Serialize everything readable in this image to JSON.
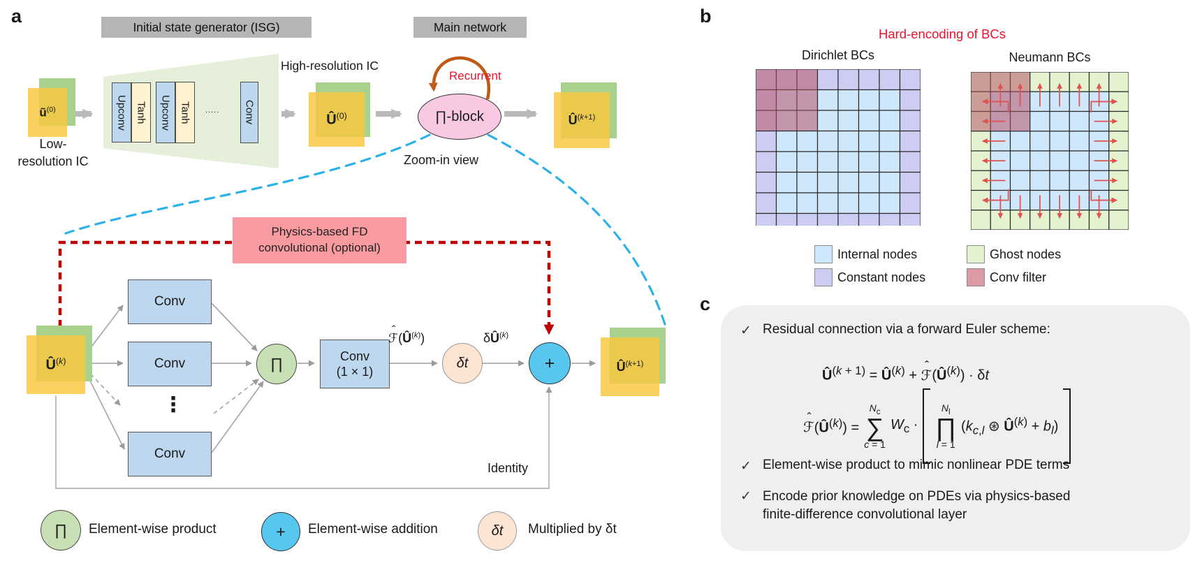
{
  "colors": {
    "card_yellow": "#f9c73e",
    "card_green": "#a9d18e",
    "conv_blue": "#bdd7ee",
    "tanh_cream": "#fef2d0",
    "trapezoid_green": "#e5efda",
    "pink_ellipse": "#f9c9e4",
    "physics_box_red": "#f89ba0",
    "product_circle_green": "#c6e0b4",
    "addition_circle_blue": "#57c7f0",
    "dt_circle_peach": "#fce4d3",
    "chip_gray": "#b5b5b5",
    "red_text": "#e8142d",
    "red_dash": "#c00000",
    "blue_dash": "#2cb1e8",
    "orange_arc": "#bf5a17",
    "arrow_gray": "#b9b9b9",
    "panel_c_bg": "#efefef"
  },
  "panel_a": {
    "label": "a",
    "isg_title": "Initial state generator (ISG)",
    "main_network_title": "Main network",
    "low_res_card_html": "<b>ũ</b><sup>(0)</sup>",
    "low_res_caption_line1": "Low-",
    "low_res_caption_line2": "resolution IC",
    "isg_layer1": "Upconv",
    "isg_layer2": "Tanh",
    "isg_layer3": "Upconv",
    "isg_layer4": "Tanh",
    "isg_dots": ".....",
    "isg_layer5": "Conv",
    "high_res_caption": "High-resolution IC",
    "u0_card_html": "<b>Û</b><sup>(0)</sup>",
    "pi_block_label": "∏-block",
    "recurrent_label": "Recurrent",
    "uk1_top_card_html": "<b>Û</b><sup>(<i>k</i>+1)</sup>",
    "zoom_in_label": "Zoom-in view",
    "physics_box_line1": "Physics-based FD",
    "physics_box_line2": "convolutional (optional)",
    "uk_card_html": "<b>Û</b><sup>(<i>k</i>)</sup>",
    "conv_label_1": "Conv",
    "conv_label_2": "Conv",
    "conv_label_3": "Conv",
    "conv_dots": "⋮",
    "pi_symbol": "∏",
    "conv1x1_line1": "Conv",
    "conv1x1_line2": "(1 × 1)",
    "f_hat_label_html": "<span class='hat'>ℱ</span>(<b>Û</b><sup>(<i>k</i>)</sup>)",
    "dt_symbol_html": "δ<i>t</i>",
    "delta_u_label_html": "δ<b>Û</b><sup>(<i>k</i>)</sup>",
    "plus_symbol": "+",
    "uk1_out_card_html": "<b>Û</b><sup>(<i>k</i>+1)</sup>",
    "identity_label": "Identity",
    "legend": [
      {
        "symbol_html": "∏",
        "text": "Element-wise product"
      },
      {
        "symbol_html": "+",
        "text": "Element-wise addition"
      },
      {
        "symbol_html": "δ<i>t</i>",
        "text": "Multiplied by δt"
      }
    ]
  },
  "panel_b": {
    "label": "b",
    "title": "Hard-encoding of BCs",
    "grids": {
      "dirichlet": {
        "title": "Dirichlet BCs",
        "n": 8,
        "filter": 3,
        "border_color": "#cdcdf3",
        "interior_color": "#cfe7fa",
        "overlay_color": "rgba(183,78,100,0.52)",
        "arrows": false
      },
      "neumann": {
        "title": "Neumann BCs",
        "n": 8,
        "filter": 3,
        "border_color": "#e4f2cf",
        "interior_color": "#cfe7fa",
        "overlay_color": "rgba(183,78,100,0.52)",
        "arrows": true,
        "arrow_color": "#e05252"
      }
    },
    "legend": [
      {
        "key": "internal",
        "text": "Internal nodes"
      },
      {
        "key": "constant",
        "text": "Constant nodes"
      },
      {
        "key": "ghost",
        "text": "Ghost nodes"
      },
      {
        "key": "filter",
        "text": "Conv filter"
      }
    ]
  },
  "panel_c": {
    "label": "c",
    "check": "✓",
    "bullet1": "Residual connection via a forward Euler scheme:",
    "eq1_html": "<b>Û</b><sup>(<i>k</i> + 1)</sup> = <b>Û</b><sup>(<i>k</i>)</sup> + <span class='hat'>ℱ</span>(<b>Û</b><sup>(<i>k</i>)</sup>) · δ<i>t</i>",
    "eq2": {
      "lhs_html": "<span class='hat'>ℱ</span>(<b>Û</b><sup>(<i>k</i>)</sup>) =",
      "sum_top_html": "<i>N</i><sub>c</sub>",
      "sum_symbol": "∑",
      "sum_bottom_html": "<i>c</i> = 1",
      "coeff_html": "<i>W</i><sub>c</sub> ·",
      "prod_top_html": "<i>N</i><sub>l</sub>",
      "prod_symbol": "∏",
      "prod_bottom_html": "<i>l</i> = 1",
      "body_html": "(<i>k</i><sub><i>c</i>,<i>l</i></sub> ⊛ <b>Û</b><sup>(<i>k</i>)</sup> + <i>b</i><sub><i>l</i></sub>)"
    },
    "bullet2": "Element-wise product to mimic nonlinear PDE terms",
    "bullet3_line1": "Encode prior knowledge on PDEs via physics-based",
    "bullet3_line2": "finite-difference convolutional layer"
  }
}
